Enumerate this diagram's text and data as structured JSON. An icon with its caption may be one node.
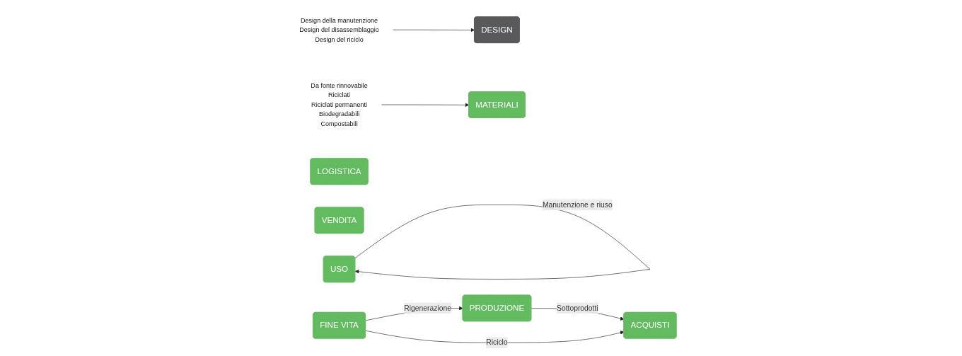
{
  "diagram": {
    "nodes": [
      {
        "text": [
          "Design della manutenzione",
          "Design del disassemblaggio",
          "Design del riciclo"
        ]
      },
      {
        "text": [
          "DESIGN"
        ]
      },
      {
        "text": [
          "Da fonte rinnovabile",
          "Riciclati",
          "Riciclati permanenti",
          "Biodegradabili",
          "Compostabili"
        ]
      },
      {
        "text": [
          "MATERIALI"
        ]
      },
      {
        "text": [
          "ACQUISTI"
        ]
      },
      {
        "text": [
          "LOGISTICA"
        ]
      },
      {
        "text": [
          "VENDITA"
        ]
      },
      {
        "text": [
          "USO"
        ]
      },
      {
        "text": [
          "FINE VITA"
        ]
      },
      {
        "text": [
          "PRODUZIONE"
        ]
      }
    ],
    "edges": [
      {
        "from": 0,
        "to": 1,
        "arrow": "to"
      },
      {
        "from": 2,
        "to": 3,
        "arrow": "to"
      },
      {
        "from": 7,
        "to": 7,
        "label": "Manutenzione e riuso",
        "arrow": "to"
      },
      {
        "from": 8,
        "to": 9,
        "label": "Rigenerazione",
        "arrow": "to"
      },
      {
        "from": 9,
        "to": 4,
        "label": "Sottoprodotti",
        "arrow": "to"
      },
      {
        "from": 8,
        "to": 4,
        "label": "Riciclo",
        "arrow": "to"
      }
    ]
  }
}
